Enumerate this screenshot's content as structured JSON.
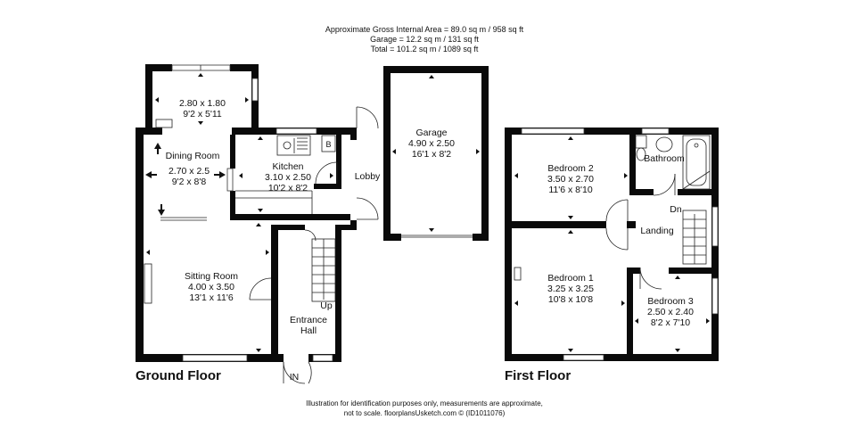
{
  "header": {
    "line1": "Approximate Gross Internal Area = 89.0 sq m / 958 sq ft",
    "line2": "Garage = 12.2 sq m / 131 sq ft",
    "line3": "Total = 101.2 sq m / 1089 sq ft"
  },
  "ground_floor": {
    "title": "Ground Floor",
    "rooms": {
      "conservatory": {
        "dims_m": "2.80 x 1.80",
        "dims_ft": "9'2 x 5'11"
      },
      "dining": {
        "name": "Dining Room",
        "dims_m": "2.70 x 2.5",
        "dims_ft": "9'2 x 8'8"
      },
      "kitchen": {
        "name": "Kitchen",
        "dims_m": "3.10 x 2.50",
        "dims_ft": "10'2 x 8'2",
        "appliance": "B"
      },
      "lobby": {
        "name": "Lobby"
      },
      "garage": {
        "name": "Garage",
        "dims_m": "4.90 x 2.50",
        "dims_ft": "16'1 x 8'2"
      },
      "sitting": {
        "name": "Sitting Room",
        "dims_m": "4.00 x 3.50",
        "dims_ft": "13'1 x 11'6"
      },
      "hall": {
        "line1": "Entrance",
        "line2": "Hall"
      }
    },
    "labels": {
      "stairs_up": "Up",
      "entrance": "IN"
    }
  },
  "first_floor": {
    "title": "First Floor",
    "rooms": {
      "bedroom2": {
        "name": "Bedroom 2",
        "dims_m": "3.50 x 2.70",
        "dims_ft": "11'6 x 8'10"
      },
      "bathroom": {
        "name": "Bathroom"
      },
      "landing": {
        "name": "Landing"
      },
      "bedroom1": {
        "name": "Bedroom 1",
        "dims_m": "3.25 x 3.25",
        "dims_ft": "10'8 x 10'8"
      },
      "bedroom3": {
        "name": "Bedroom 3",
        "dims_m": "2.50 x 2.40",
        "dims_ft": "8'2 x 7'10"
      }
    },
    "labels": {
      "stairs_down": "Dn"
    }
  },
  "footer": {
    "line1": "Illustration for identification purposes only, measurements are approximate,",
    "line2": "not to scale. floorplansUsketch.com © (ID1011076)"
  }
}
